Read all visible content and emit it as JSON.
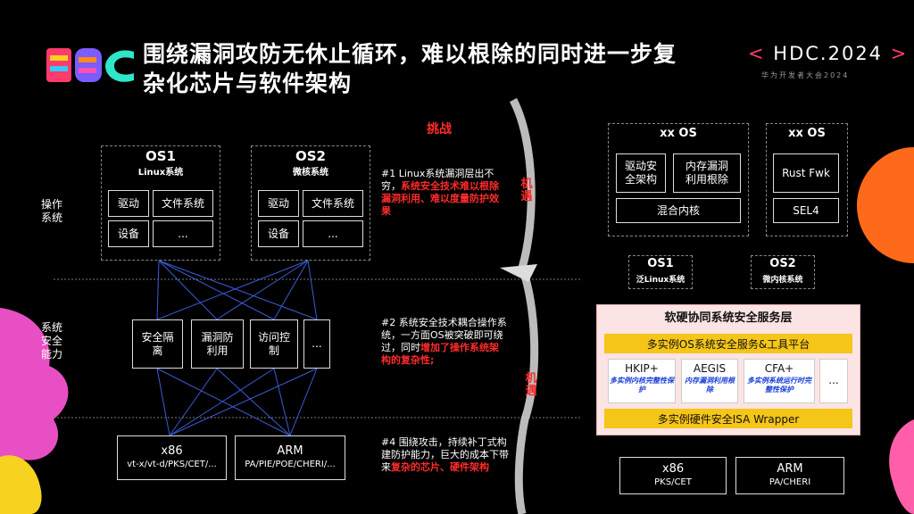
{
  "header": {
    "title_line1": "围绕漏洞攻防无休止循环，难以根除的同时进一步复",
    "title_line2": "杂化芯片与软件架构",
    "event_left": "<",
    "event_name": "HDC.2024",
    "event_right": ">",
    "event_sub": "华为开发者大会2024"
  },
  "left": {
    "row_labels": {
      "os": "操作\n系统",
      "security": "系统\n安全\n能力"
    },
    "challenge": "挑战",
    "os1": {
      "name": "OS1",
      "sub": "Linux系统",
      "cells": [
        "驱动",
        "文件系统",
        "设备",
        "..."
      ]
    },
    "os2": {
      "name": "OS2",
      "sub": "微核系统",
      "cells": [
        "驱动",
        "文件系统",
        "设备",
        "..."
      ]
    },
    "security_boxes": [
      "安全隔\n离",
      "漏洞防\n利用",
      "访问控\n制",
      "..."
    ],
    "hw": [
      {
        "name": "x86",
        "sub": "vt-x/vt-d/PKS/CET/..."
      },
      {
        "name": "ARM",
        "sub": "PA/PIE/POE/CHERI/..."
      }
    ]
  },
  "notes": {
    "n1_plain": "#1 Linux系统漏洞层出不穷，",
    "n1_red": "系统安全技术难以根除漏洞利用、难以度量防护效果",
    "n2_plain": "#2 系统安全技术耦合操作系统，一方面OS被突破即可绕过，同时",
    "n2_red": "增加了操作系统架构的复杂性;",
    "n4_plain": "#4 围绕攻击，持续补丁式构建防护能力，巨大的成本下带来",
    "n4_red": "复杂的芯片、硬件架构"
  },
  "arrows": {
    "a1": "机遇",
    "a2": "机遇"
  },
  "right": {
    "xxos1": {
      "name": "xx OS",
      "cells": [
        "驱动安\n全架构",
        "内存漏洞\n利用根除",
        "混合内核"
      ]
    },
    "xxos2": {
      "name": "xx OS",
      "cells": [
        "Rust Fwk",
        "SEL4"
      ]
    },
    "os1": {
      "name": "OS1",
      "sub": "泛Linux系统"
    },
    "os2": {
      "name": "OS2",
      "sub": "微内核系统"
    },
    "panel": {
      "title": "软硬协同系统安全服务层",
      "bar_top": "多实例OS系统安全服务&工具平台",
      "boxes": [
        {
          "name": "HKIP+",
          "sub": "多实例内核完整性保护"
        },
        {
          "name": "AEGIS",
          "sub": "内存漏洞利用根除"
        },
        {
          "name": "CFA+",
          "sub": "多实例系统运行时完整性保护"
        },
        {
          "name": "...",
          "sub": ""
        }
      ],
      "bar_bottom": "多实例硬件安全ISA Wrapper"
    },
    "hw": [
      {
        "name": "x86",
        "sub": "PKS/CET"
      },
      {
        "name": "ARM",
        "sub": "PA/CHERI"
      }
    ]
  },
  "colors": {
    "accent_red": "#ff2b2b",
    "accent_yellow": "#f5c518",
    "panel_pink": "#fce4e4"
  }
}
